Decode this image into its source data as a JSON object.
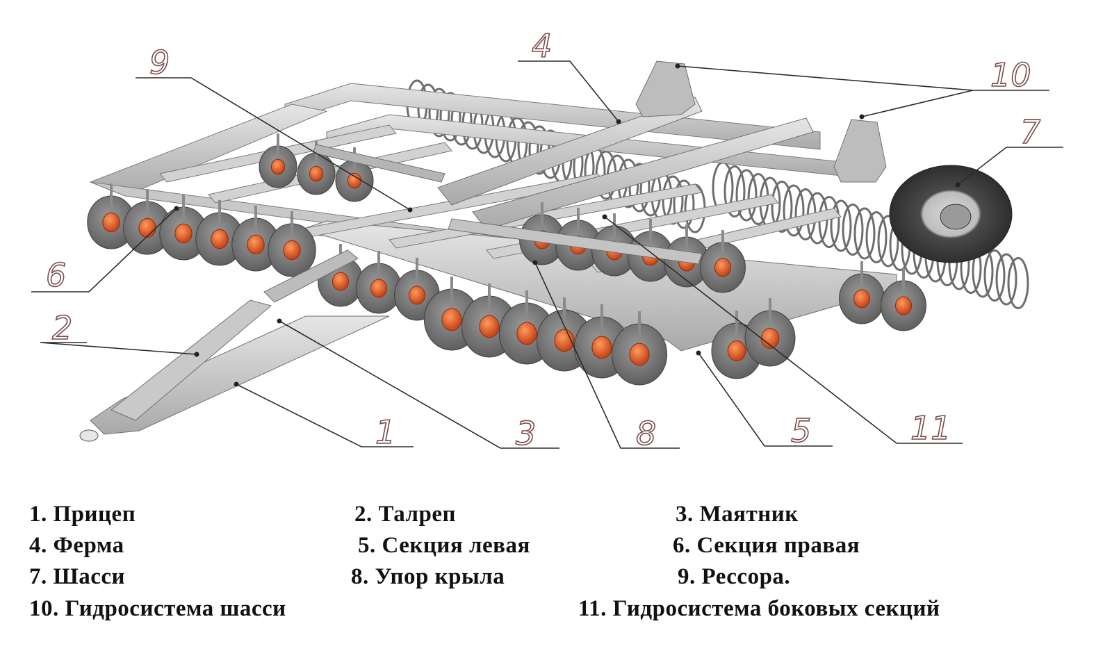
{
  "callouts": [
    {
      "id": "1",
      "label": "1"
    },
    {
      "id": "2",
      "label": "2"
    },
    {
      "id": "3",
      "label": "3"
    },
    {
      "id": "4",
      "label": "4"
    },
    {
      "id": "5",
      "label": "5"
    },
    {
      "id": "6",
      "label": "6"
    },
    {
      "id": "7",
      "label": "7"
    },
    {
      "id": "8",
      "label": "8"
    },
    {
      "id": "9",
      "label": "9"
    },
    {
      "id": "10",
      "label": "10"
    },
    {
      "id": "11",
      "label": "11"
    }
  ],
  "legend": [
    {
      "text": "1. Прицеп"
    },
    {
      "text": "2. Талреп"
    },
    {
      "text": "3. Маятник"
    },
    {
      "text": "4. Ферма"
    },
    {
      "text": "5. Секция левая"
    },
    {
      "text": "6. Секция правая"
    },
    {
      "text": "7. Шасси"
    },
    {
      "text": "8. Упор крыла"
    },
    {
      "text": "9. Рессора."
    },
    {
      "text": "10. Гидросистема  шасси"
    },
    {
      "text": "11. Гидросистема боковых секций"
    }
  ],
  "colors": {
    "frame": "#cfcfcf",
    "frame_dark": "#8f8f8f",
    "disc": "#7d7d7d",
    "hub": "#e0622b",
    "leader": "#2b2b2b",
    "callout": "#7a4a4a"
  }
}
